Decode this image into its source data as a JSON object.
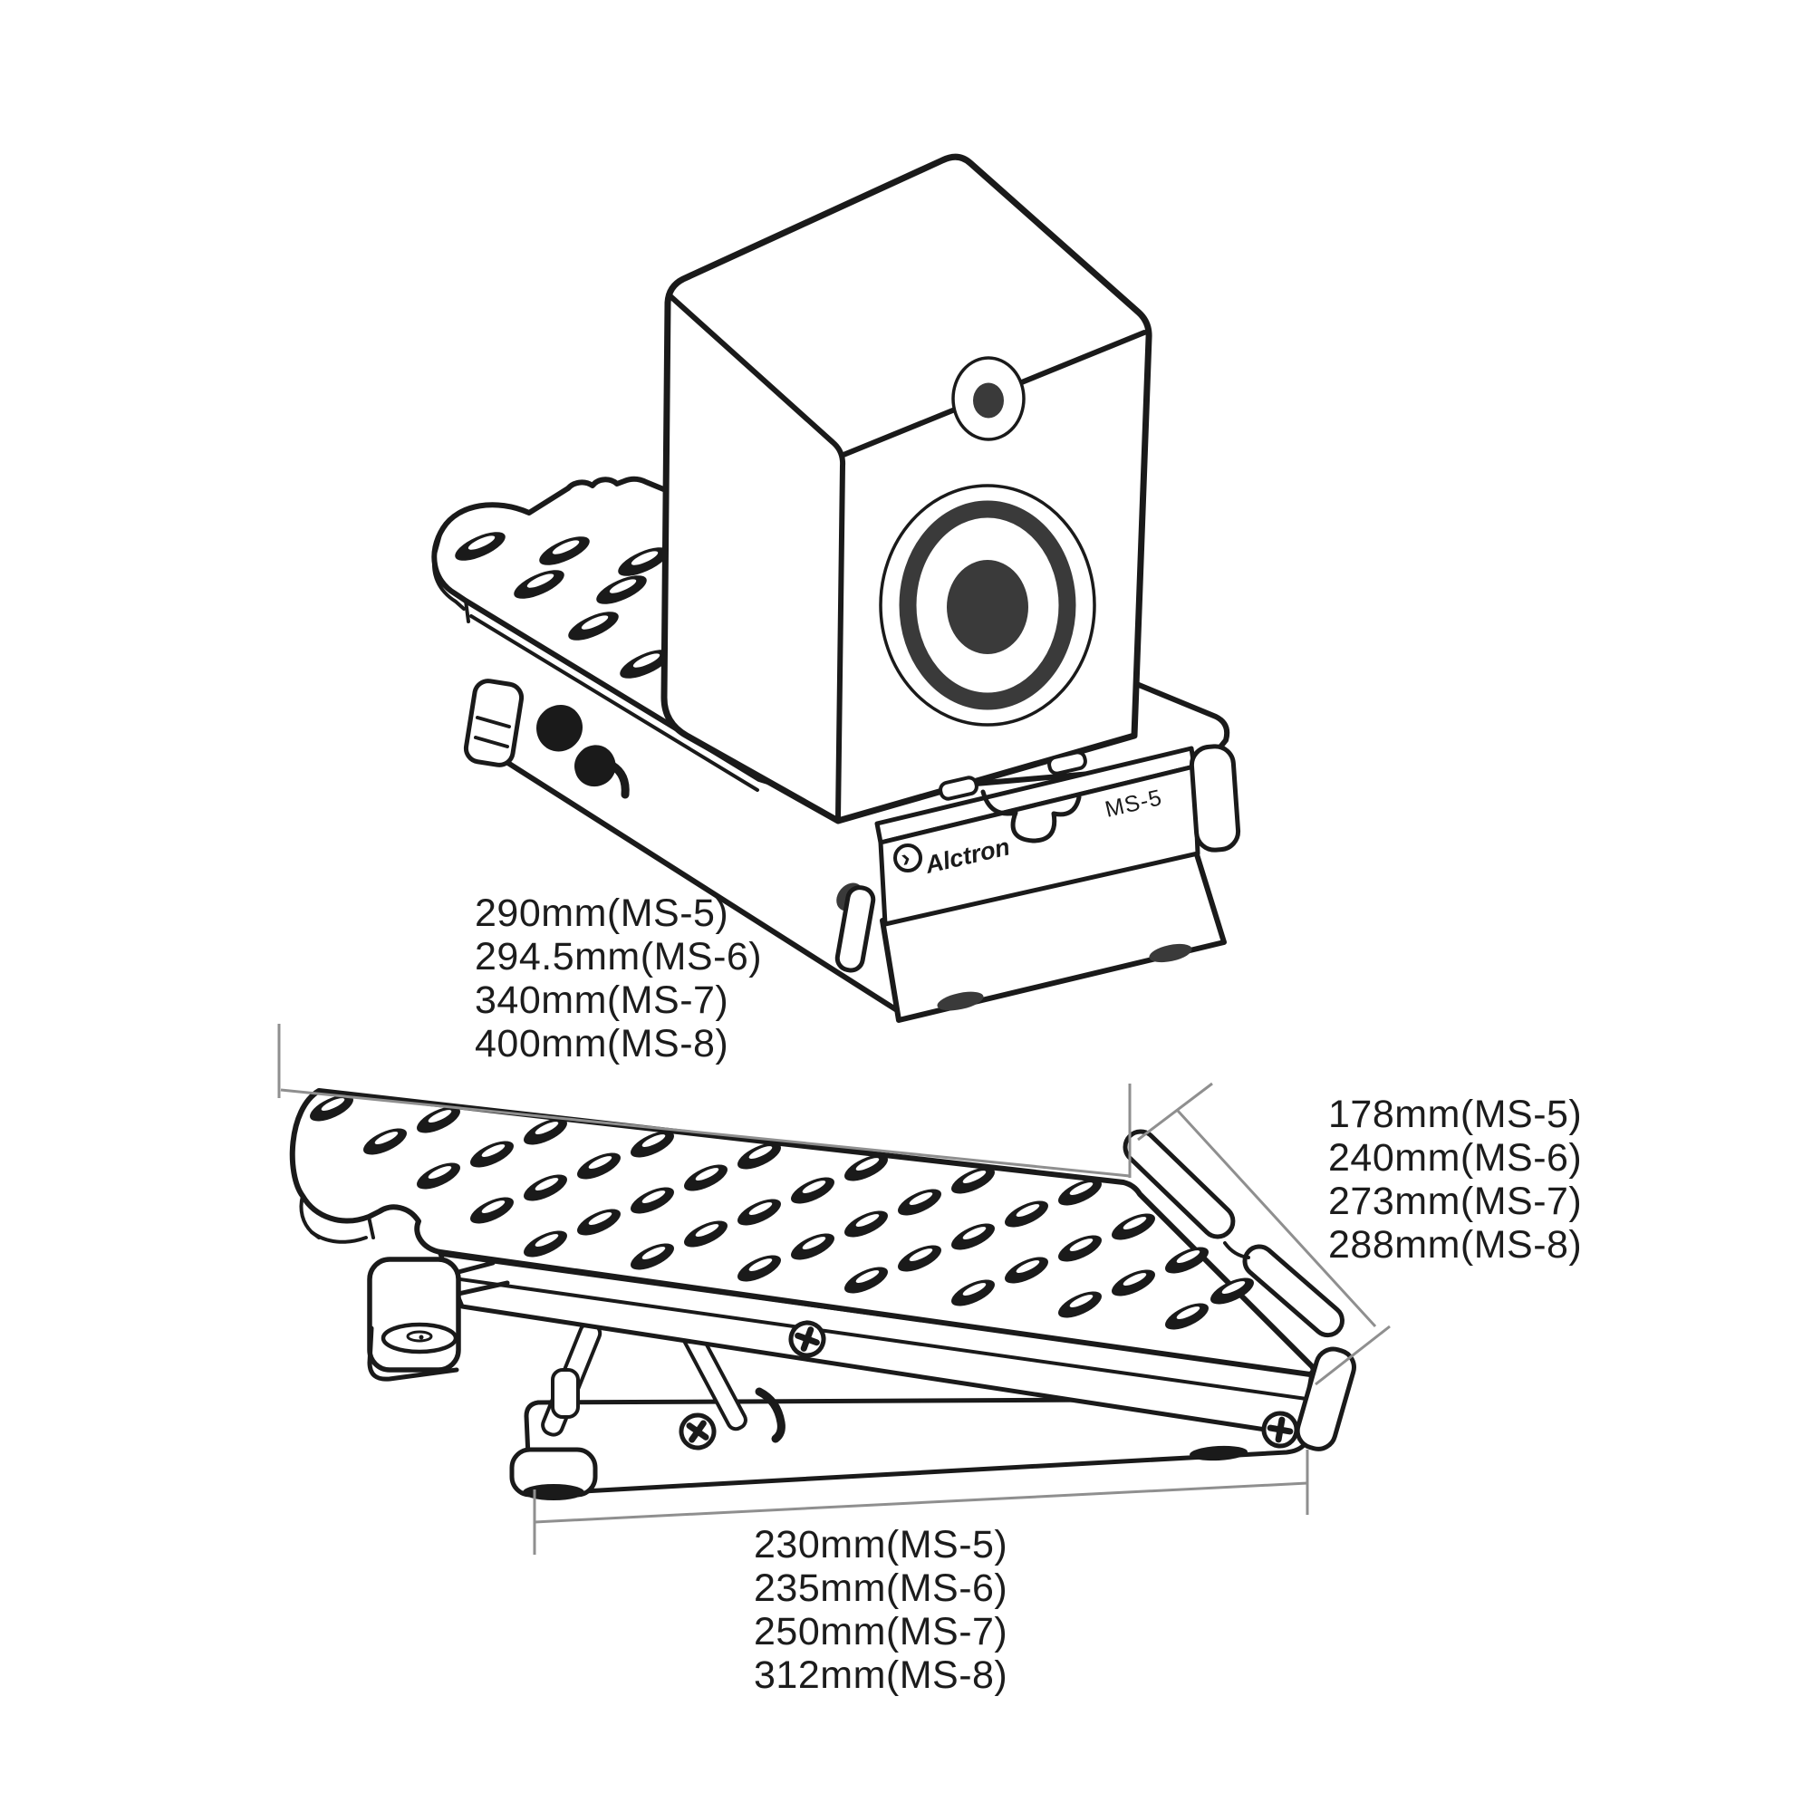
{
  "product": {
    "brand": "Alctron",
    "model": "MS-5",
    "logo_glyph": "›"
  },
  "dims": {
    "length_labels": [
      "290mm(MS-5)",
      "294.5mm(MS-6)",
      "340mm(MS-7)",
      "400mm(MS-8)"
    ],
    "width_labels": [
      "178mm(MS-5)",
      "240mm(MS-6)",
      "273mm(MS-7)",
      "288mm(MS-8)"
    ],
    "base_labels": [
      "230mm(MS-5)",
      "235mm(MS-6)",
      "250mm(MS-7)",
      "312mm(MS-8)"
    ]
  },
  "colors": {
    "background": "#ffffff",
    "line": "#1a1a1a",
    "dimension_line": "#8f8f8f",
    "text": "#1c1c1c",
    "driver_fill": "#3a3a3a"
  }
}
